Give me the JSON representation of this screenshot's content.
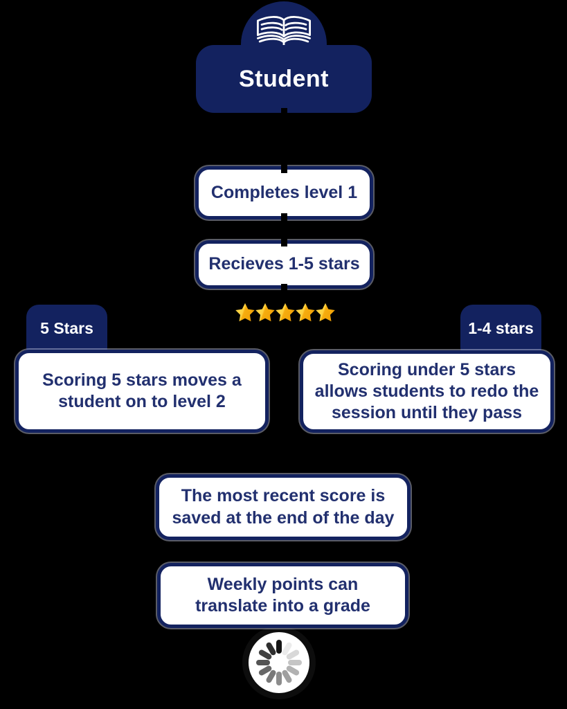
{
  "colors": {
    "background": "#000000",
    "navy": "#13225f",
    "text_navy": "#22306f",
    "white": "#ffffff",
    "star_light": "#ffd43e",
    "star_dark": "#f3a60b",
    "spinner_dark": "#0d0d0d"
  },
  "header": {
    "title": "Student",
    "icon": "open-book"
  },
  "steps": [
    {
      "text": "Completes level 1"
    },
    {
      "text": "Recieves 1-5 stars"
    }
  ],
  "star_rating": {
    "count": 5,
    "label": "5 stars"
  },
  "branches": {
    "left": {
      "tab_label": "5 Stars",
      "lines": [
        "Scoring 5 stars moves a",
        "student on to level 2"
      ]
    },
    "right": {
      "tab_label": "1-4 stars",
      "lines": [
        "Scoring under 5 stars",
        "allows students to redo the",
        "session until they pass"
      ]
    }
  },
  "outcomes": [
    {
      "lines": [
        "The most recent score is",
        "saved at the end of the day"
      ]
    },
    {
      "lines": [
        "Weekly points can",
        "translate into a grade"
      ]
    }
  ],
  "spinner": {
    "segments": 12
  }
}
